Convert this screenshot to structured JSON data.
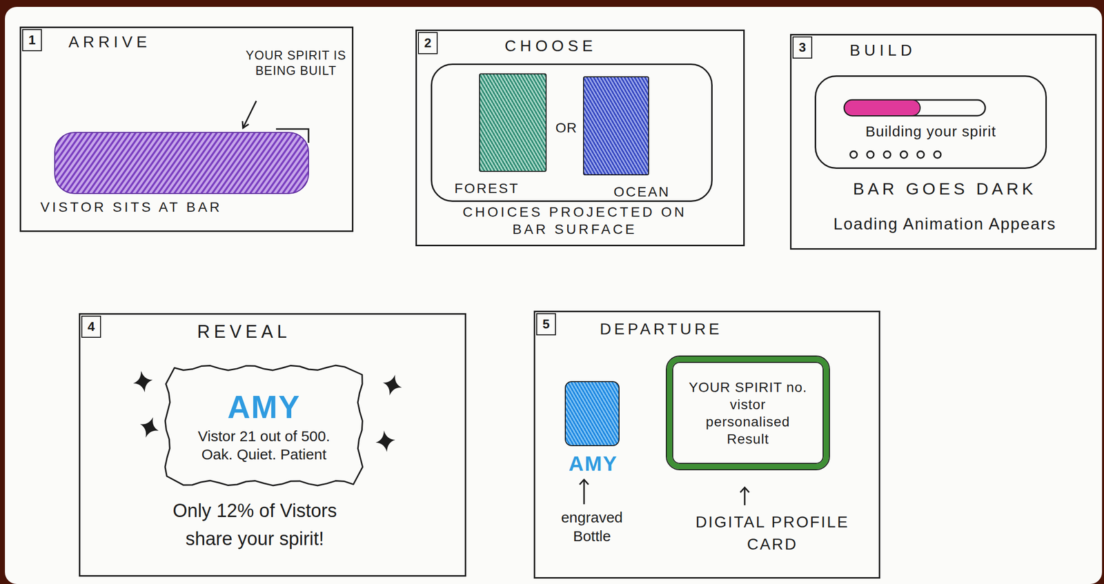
{
  "diagram": {
    "nodes": [
      {
        "text": [
          "ARRIVE",
          "YOUR SPIRIT IS BEING BUILT",
          "VISTOR SITS AT BAR"
        ]
      },
      {
        "text": [
          "1"
        ],
        "in": 0
      },
      {
        "text": [
          "CHOOSE",
          "CHOICES PROJECTED ON BAR SURFACE"
        ]
      },
      {
        "text": [
          "2"
        ],
        "in": 2
      },
      {
        "text": [
          "OR"
        ],
        "in": 2
      },
      {
        "text": [
          "FOREST"
        ],
        "in": 4
      },
      {
        "text": [
          "OCEAN"
        ],
        "in": 4
      },
      {
        "text": [
          "BUILD",
          "BAR GOES DARK",
          "Loading Animation Appears"
        ]
      },
      {
        "text": [
          "3"
        ],
        "in": 7
      },
      {
        "text": [
          "Building your spirit"
        ],
        "in": 7
      },
      {
        "text": [
          "REVEAL",
          "Only 12% of Vistors share your spirit!"
        ]
      },
      {
        "text": [
          "4"
        ],
        "in": 10
      },
      {
        "text": [
          "AMY",
          "Vistor 21 out of 500.",
          "Oak. Quiet. Patient"
        ],
        "in": 10
      },
      {
        "text": [
          "DEPARTURE",
          "engraved Bottle",
          "DIGITAL PROFILE CARD"
        ]
      },
      {
        "text": [
          "5"
        ],
        "in": 13
      },
      {
        "text": [
          "AMY"
        ],
        "in": 13
      },
      {
        "text": [
          "YOUR SPIRIT no. vistor personalised Result"
        ],
        "in": 13
      }
    ]
  }
}
